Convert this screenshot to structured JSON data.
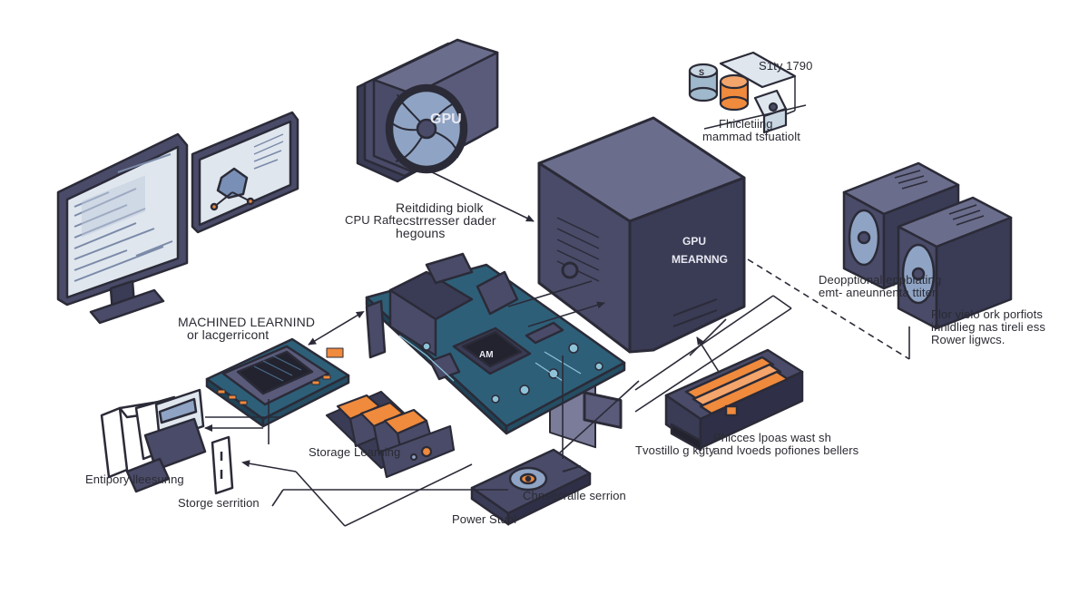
{
  "colors": {
    "outline": "#2b2b38",
    "panel": "#4a4b68",
    "panel_dark": "#3a3b55",
    "panel_light": "#6b6d8c",
    "board": "#2e5f78",
    "screen": "#dfe6ee",
    "accent_orange": "#f08a3c",
    "accent_teal": "#3f8fb0",
    "arrow": "#2b2b38"
  },
  "components": {
    "gpu_card": {
      "label": "GPU"
    },
    "server_box": {
      "label_lines": [
        "GPU",
        "MEARNNG"
      ]
    },
    "chip": {
      "label": "AM"
    }
  },
  "labels": {
    "cpu_rate": "CPU Raft",
    "rebuilding": [
      "Reitdiding biolk",
      "ecstrresser dader",
      "hegouns"
    ],
    "storage_top": [
      "S1ty 1790"
    ],
    "floating": [
      "Fhicletiing",
      "mammad tsfuatiolt"
    ],
    "machine_learning": [
      "MACHINED LEARNIND",
      "or lacgerricont"
    ],
    "deoptional": [
      "Deopptional eppbiating",
      "emt- aneunnenta ttiten"
    ],
    "flor_side": [
      "Flor vielo ork porfiots",
      "innidlieg nas tireli ess",
      "Rower ligwcs."
    ],
    "storage_learning": "Storage Learning",
    "enterpriy": "Entipory lleesunng",
    "storage_serration": "Storge serrition",
    "power_supply": "Power Stupl",
    "chrseralle": "Chnsecralle serrion",
    "testillo": "Tvostillo g kgty",
    "phiccas": [
      "Phicces lpoas wast sh",
      "and lvoeds pofiones bellers"
    ]
  }
}
